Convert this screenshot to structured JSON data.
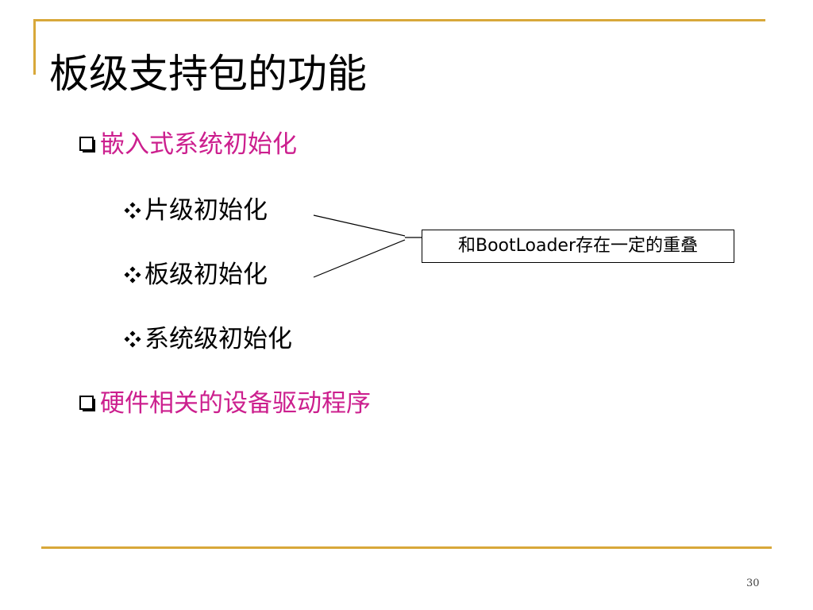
{
  "slide": {
    "title": "板级支持包的功能",
    "page_number": "30",
    "accent_color": "#d8a83a",
    "highlight_color": "#cc1f8e",
    "bullets": [
      {
        "label": "嵌入式系统初始化",
        "icon": "square-bullet-icon",
        "sub_items": [
          {
            "label": "片级初始化",
            "icon": "diamond-bullet-icon"
          },
          {
            "label": "板级初始化",
            "icon": "diamond-bullet-icon"
          },
          {
            "label": "系统级初始化",
            "icon": "diamond-bullet-icon"
          }
        ]
      },
      {
        "label": "硬件相关的设备驱动程序",
        "icon": "square-bullet-icon",
        "sub_items": []
      }
    ],
    "callout": {
      "text": "和BootLoader存在一定的重叠"
    }
  }
}
